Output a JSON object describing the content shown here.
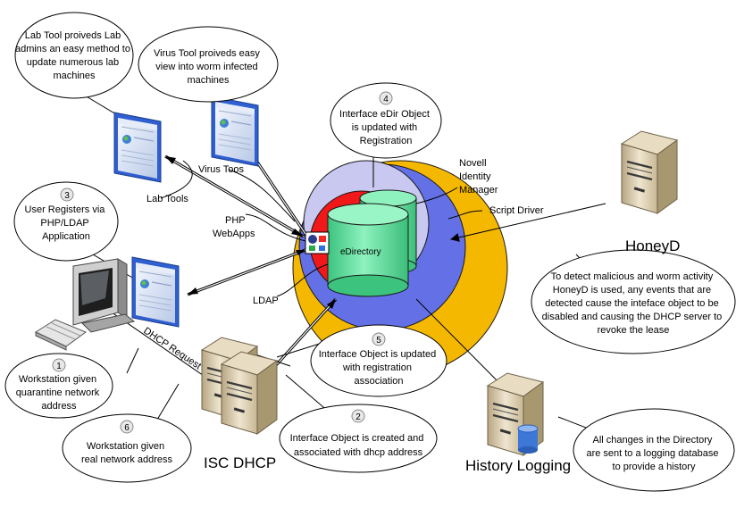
{
  "callouts": {
    "lab_tool_desc": [
      "Lab Tool proiveds Lab",
      "admins an easy method to",
      "update numerous lab",
      "machines"
    ],
    "virus_tool_desc": [
      "Virus Tool proiveds easy",
      "view into worm infected",
      "machines"
    ],
    "step4": {
      "num": "4",
      "lines": [
        "Interface eDir Object",
        "is updated with",
        "Registration"
      ]
    },
    "step3": {
      "num": "3",
      "lines": [
        "User Registers via",
        "PHP/LDAP",
        "Application"
      ]
    },
    "honeyd_desc": [
      "To detect malicious and worm activity",
      "HoneyD is used, any events that are",
      "detected cause the inteface object to be",
      "disabled and causing the DHCP server to",
      "revoke the lease"
    ],
    "step5": {
      "num": "5",
      "lines": [
        "Interface Object is updated",
        "with registration",
        "association"
      ]
    },
    "step1": {
      "num": "1",
      "lines": [
        "Workstation given",
        "quarantine network",
        "address"
      ]
    },
    "step6": {
      "num": "6",
      "lines": [
        "Workstation given",
        "real network address"
      ]
    },
    "step2": {
      "num": "2",
      "lines": [
        "Interface Object is created and",
        "associated with dhcp address"
      ]
    },
    "history_desc": [
      "All changes in the Directory",
      "are sent to a logging database",
      "to provide a history"
    ]
  },
  "labels": {
    "lab_tools": "Lab Tools",
    "virus_tools": "Virus Toos",
    "novell": [
      "Novell",
      "Identity",
      "Manager"
    ],
    "script_driver": "Script Driver",
    "php_webapps": [
      "PHP",
      "WebApps"
    ],
    "edirectory": "eDirectory",
    "ldap": "LDAP",
    "honeyd": "HoneyD",
    "dhcp_request": "DHCP Request",
    "isc_dhcp": "ISC DHCP",
    "history_logging": "History Logging"
  },
  "colors": {
    "outer_ring": "#f5b800",
    "identity_ring": "#6470e6",
    "lavender_ring": "#c8c8f0",
    "red_ring": "#f01818",
    "cylinder": "#5ce6a0",
    "cylinder_dark": "#40c47e",
    "window_frame": "#2f5fd0",
    "server_body": "#d8cbb0"
  },
  "icons": [
    "web-window-icon",
    "computer-workstation-icon",
    "keyboard-icon",
    "server-tower-icon",
    "database-icon",
    "globe-icon"
  ]
}
